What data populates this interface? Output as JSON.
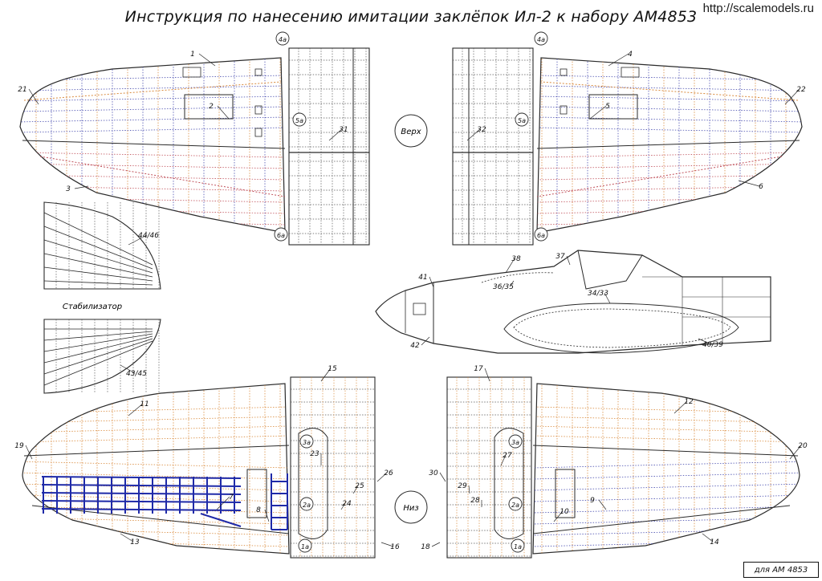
{
  "title": "Инструкция по нанесению имитации заклёпок Ил-2 к набору AM4853",
  "watermark": "http://scalemodels.ru",
  "stamp": "для AM 4853",
  "upper_label": "Верх",
  "lower_label": "Низ",
  "stabilizer_label": "Стабилизатор",
  "callouts": {
    "c1": "1",
    "c2": "2",
    "c3": "3",
    "c4": "4",
    "c5": "5",
    "c6": "6",
    "c7": "7",
    "c8": "8",
    "c9": "9",
    "c10": "10",
    "c11": "11",
    "c12": "12",
    "c13": "13",
    "c14": "14",
    "c15": "15",
    "c16": "16",
    "c17": "17",
    "c18": "18",
    "c19": "19",
    "c20": "20",
    "c21": "21",
    "c22": "22",
    "c23": "23",
    "c24": "24",
    "c25": "25",
    "c26": "26",
    "c27": "27",
    "c28": "28",
    "c29": "29",
    "c30": "30",
    "c31": "31",
    "c32": "32",
    "c37": "37",
    "c38": "38",
    "c41": "41",
    "c42": "42",
    "c3635": "36/35",
    "c3433": "34/33",
    "c4039": "40/39",
    "c4446": "44/46",
    "c4345": "43/45",
    "c4a": "4a",
    "c5a": "5a",
    "c6a": "6a",
    "c3a": "3a",
    "c2a": "2a",
    "c1a": "1a"
  },
  "colors": {
    "line": "#2a2a2a",
    "orange": "#d98a3c",
    "blue": "#4a4fb0",
    "darkblue": "#1f2aa8",
    "red": "#c0505a",
    "gray": "#555555"
  }
}
